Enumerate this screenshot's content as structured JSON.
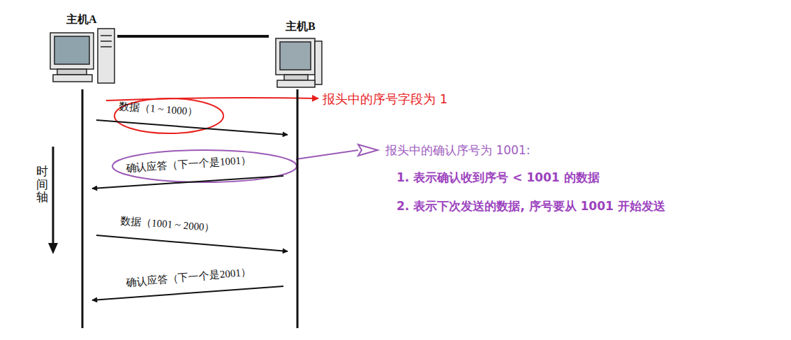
{
  "diagram": {
    "nodes": [
      {
        "text": [
          "主机A"
        ]
      },
      {
        "text": [
          "主机B"
        ]
      }
    ],
    "edges": [
      {
        "from": 0,
        "to": 1,
        "arrow": "none"
      },
      {
        "from": 0,
        "to": 1,
        "arrow": "to",
        "label": "数据（1 ~ 1000）"
      },
      {
        "from": 1,
        "to": 0,
        "arrow": "to",
        "label": "确认应答（下一个是1001）"
      },
      {
        "from": 0,
        "to": 1,
        "arrow": "to",
        "label": "数据（1001 ~ 2000）"
      },
      {
        "from": 1,
        "to": 0,
        "arrow": "to",
        "label": "确认应答（下一个是2001）"
      }
    ],
    "labels": [
      "时间轴",
      "报头中的序号字段为 1",
      "报头中的确认序号为 1001:",
      "1. 表示确认收到序号 < 1001 的数据",
      "2. 表示下次发送的数据, 序号要从 1001 开始发送"
    ]
  }
}
